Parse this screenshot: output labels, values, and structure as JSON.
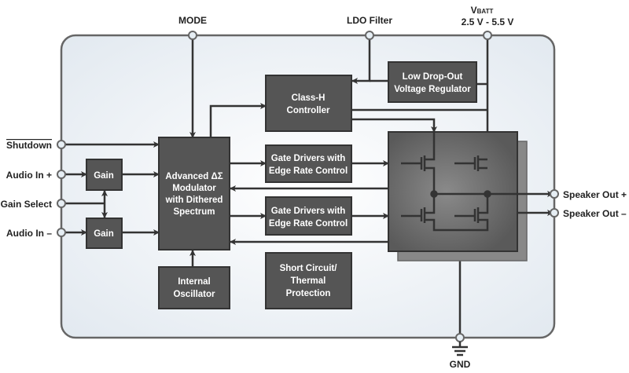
{
  "pins": {
    "mode": "MODE",
    "ldo_filter": "LDO Filter",
    "vbatt_main": "V",
    "vbatt_sub": "BATT",
    "vbatt_range": "2.5 V - 5.5 V",
    "gnd": "GND",
    "shutdown": "Shutdown",
    "audio_in_plus": "Audio In +",
    "gain_select": "Gain Select",
    "audio_in_minus": "Audio In –",
    "speaker_out_plus": "Speaker Out +",
    "speaker_out_minus": "Speaker Out –"
  },
  "blocks": {
    "gain": "Gain",
    "modulator": [
      "Advanced ΔΣ",
      "Modulator",
      "with Dithered",
      "Spectrum"
    ],
    "oscillator": [
      "Internal",
      "Oscillator"
    ],
    "classh": [
      "Class-H",
      "Controller"
    ],
    "ldo": [
      "Low Drop-Out",
      "Voltage Regulator"
    ],
    "gate_drivers": [
      "Gate Drivers with",
      "Edge Rate Control"
    ],
    "protection": [
      "Short Circuit/",
      "Thermal",
      "Protection"
    ]
  }
}
